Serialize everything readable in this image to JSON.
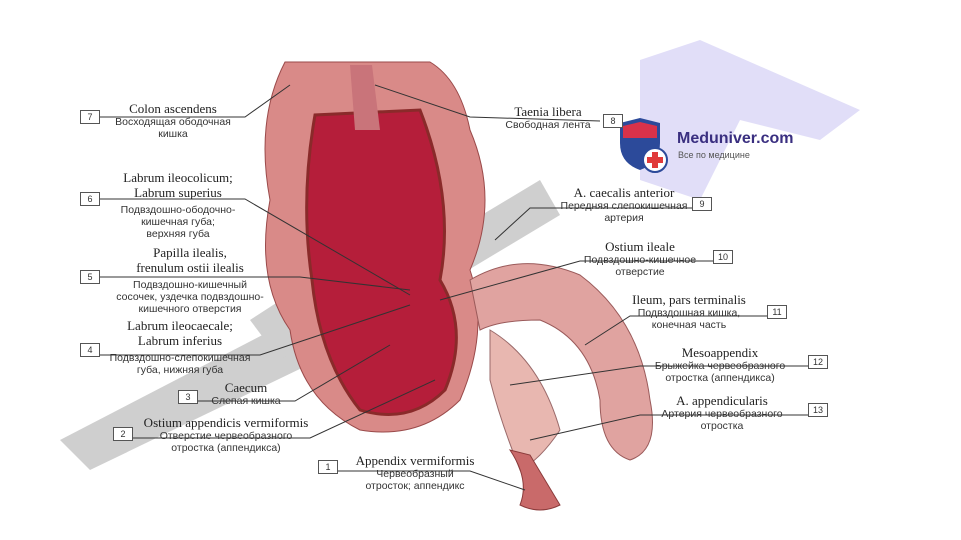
{
  "watermark": {
    "brand": "Meduniver.com",
    "tagline": "Все по медицине"
  },
  "colors": {
    "tissue": "#c24a55",
    "lumen": "#b51e3a",
    "outer": "#d98a88",
    "watermark_purple": "#c9c3f3",
    "watermark_gray": "#9e9e9e"
  },
  "labels": [
    {
      "num": "1",
      "latin": "Appendix vermiformis",
      "russian": [
        "Червеобразный",
        "отросток; аппендикс"
      ]
    },
    {
      "num": "2",
      "latin": "Ostium appendicis vermiformis",
      "russian": [
        "Отверстие червеобразного",
        "отростка (аппендикса)"
      ]
    },
    {
      "num": "3",
      "latin": "Caecum",
      "russian": [
        "Слепая кишка"
      ]
    },
    {
      "num": "4",
      "latin": "Labrum ileocaecale; Labrum inferius",
      "russian": [
        "Подвздошно-слепокишечная",
        "губа, нижняя губа"
      ]
    },
    {
      "num": "5",
      "latin": "Papilla ilealis, frenulum ostii ilealis",
      "russian": [
        "Подвздошно-кишечный",
        "сосочек, уздечка подвздошно-",
        "кишечного отверстия"
      ]
    },
    {
      "num": "6",
      "latin": "Labrum ileocolicum; Labrum superius",
      "russian": [
        "Подвздошно-ободочно-",
        "кишечная губа;",
        "верхняя губа"
      ]
    },
    {
      "num": "7",
      "latin": "Colon ascendens",
      "russian": [
        "Восходящая ободочная",
        "кишка"
      ]
    },
    {
      "num": "8",
      "latin": "Taenia libera",
      "russian": [
        "Свободная лента"
      ]
    },
    {
      "num": "9",
      "latin": "A. caecalis anterior",
      "russian": [
        "Передняя слепокишечная",
        "артерия"
      ]
    },
    {
      "num": "10",
      "latin": "Ostium ileale",
      "russian": [
        "Подвздошно-кишечное",
        "отверстие"
      ]
    },
    {
      "num": "11",
      "latin": "Ileum, pars terminalis",
      "russian": [
        "Подвздошная кишка,",
        "конечная часть"
      ]
    },
    {
      "num": "12",
      "latin": "Mesoappendix",
      "russian": [
        "Брыжейка червеобразного",
        "отростка (аппендикса)"
      ]
    },
    {
      "num": "13",
      "latin": "A. appendicularis",
      "russian": [
        "Артерия червеобразного",
        "отростка"
      ]
    }
  ],
  "latin_split": {
    "4": [
      "Labrum ileocaecale;",
      "Labrum inferius"
    ],
    "5": [
      "Papilla ilealis,",
      "frenulum ostii ilealis"
    ],
    "6": [
      "Labrum ileocolicum;",
      "Labrum superius"
    ]
  }
}
